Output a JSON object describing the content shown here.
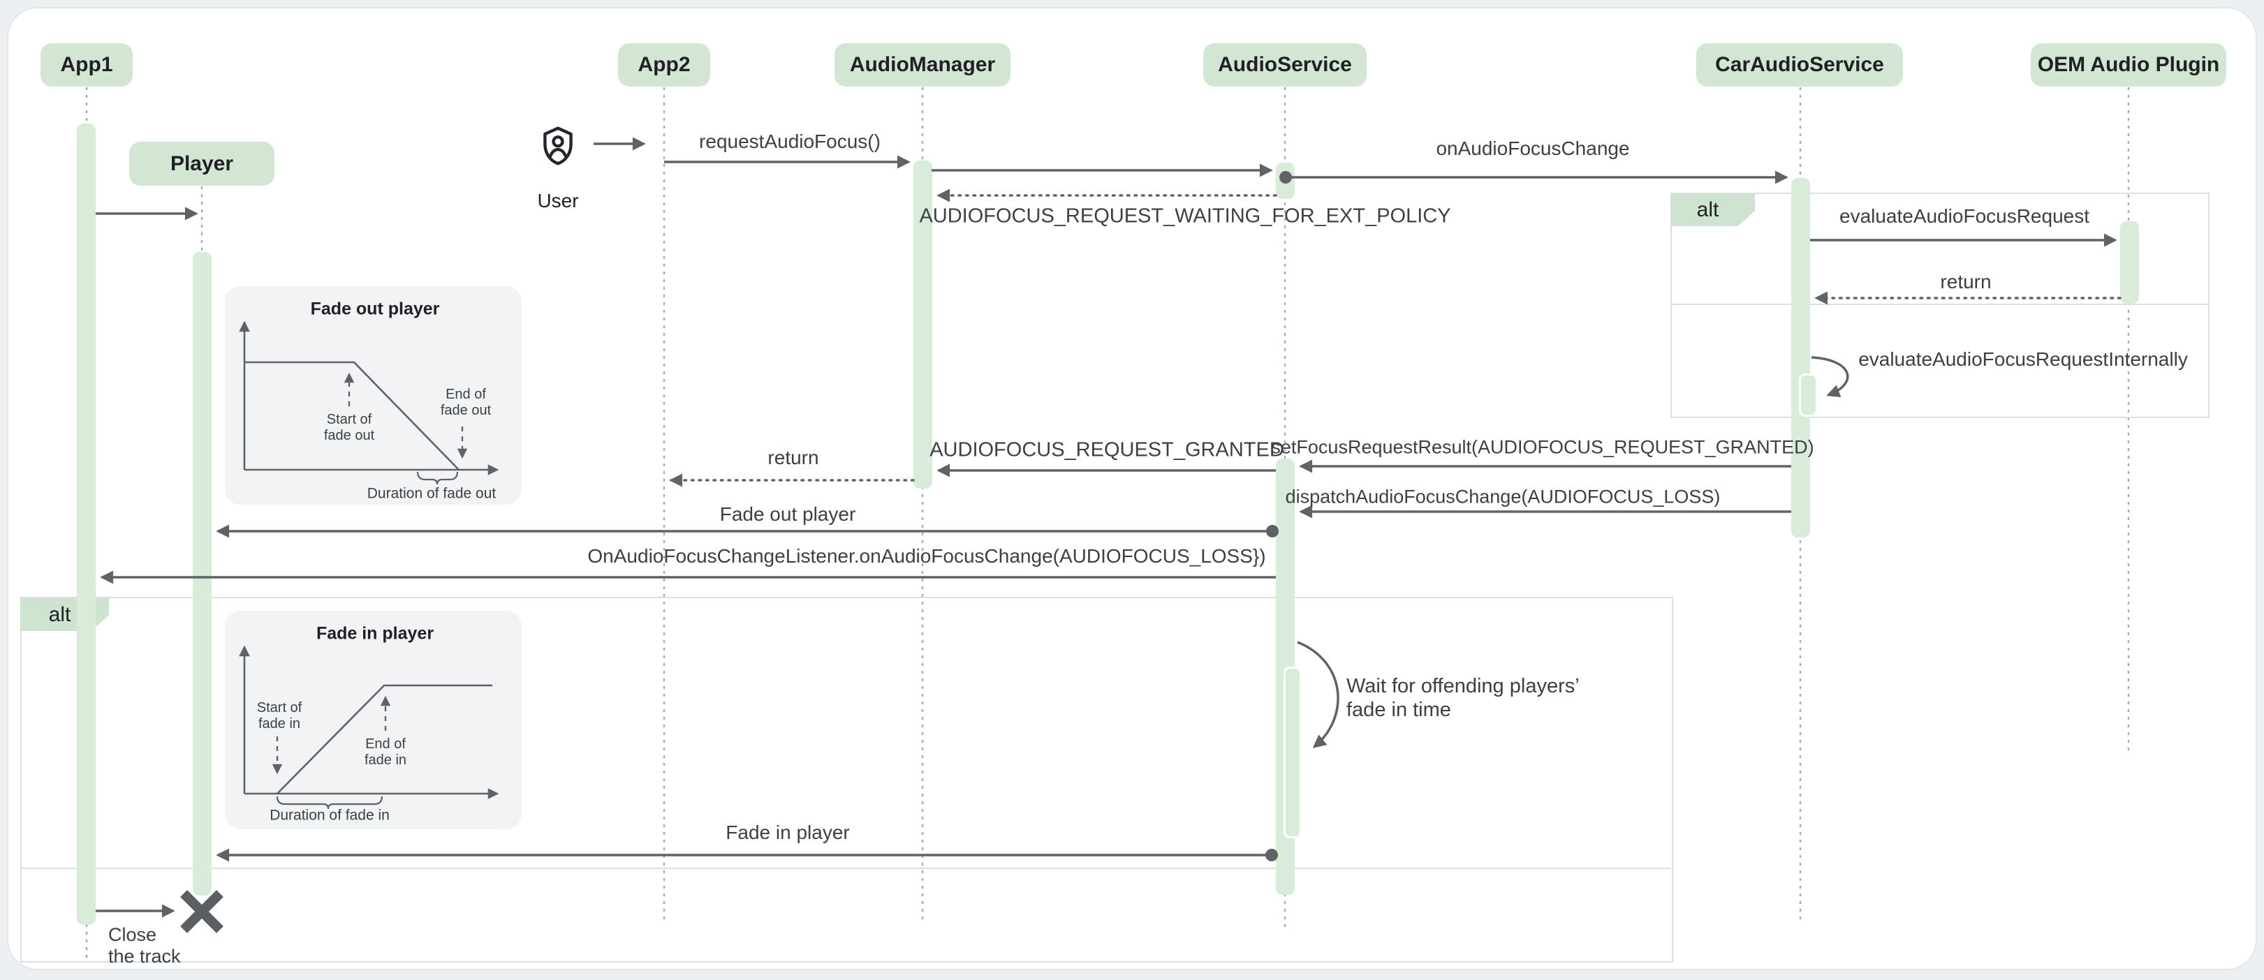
{
  "diagram": {
    "participants": [
      {
        "label": "App1"
      },
      {
        "label": "App2"
      },
      {
        "label": "AudioManager"
      },
      {
        "label": "AudioService"
      },
      {
        "label": "CarAudioService"
      },
      {
        "label": "OEM Audio Plugin"
      }
    ],
    "player_label": "Player",
    "user_label": "User",
    "fragments": {
      "left_label": "alt",
      "right_label": "alt"
    },
    "messages": {
      "request_audio_focus": "requestAudioFocus()",
      "on_audio_focus_change": "onAudioFocusChange",
      "waiting": "AUDIOFOCUS_REQUEST_WAITING_FOR_EXT_POLICY",
      "evaluate": "evaluateAudioFocusRequest",
      "return_oem": "return",
      "evaluate_internally": "evaluateAudioFocusRequestInternally",
      "set_focus_result": "setFocusRequestResult(AUDIOFOCUS_REQUEST_GRANTED)",
      "granted": "AUDIOFOCUS_REQUEST_GRANTED",
      "return_app2": "return",
      "dispatch": "dispatchAudioFocusChange(AUDIOFOCUS_LOSS)",
      "fade_out": "Fade out player",
      "listener": "OnAudioFocusChangeListener.onAudioFocusChange(AUDIOFOCUS_LOSS})",
      "fade_in": "Fade in player"
    },
    "note": {
      "line1": "Wait for offending players’",
      "line2": "fade in time"
    },
    "close": {
      "line1": "Close",
      "line2": "the track"
    }
  },
  "charts": [
    {
      "title": "Fade out player",
      "shape": "volume holds high then ramps linearly down to zero",
      "start_l1": "Start of",
      "start_l2": "fade out",
      "end_l1": "End of",
      "end_l2": "fade out",
      "duration": "Duration of fade out"
    },
    {
      "title": "Fade in player",
      "shape": "volume ramps linearly up from zero then holds high",
      "start_l1": "Start of",
      "start_l2": "fade in",
      "end_l1": "End of",
      "end_l2": "fade in",
      "duration": "Duration of fade in"
    }
  ],
  "colors": {
    "participant_fill": "#d3e6d3",
    "activation_fill": "#d9ecda",
    "fragment_label_fill": "#cfe4d0",
    "line_gray": "#5f6368",
    "lifeline_gray": "#a6abb0",
    "text": "#3c4043",
    "card_bg": "#ffffff",
    "page_bg": "#edf0f2"
  }
}
